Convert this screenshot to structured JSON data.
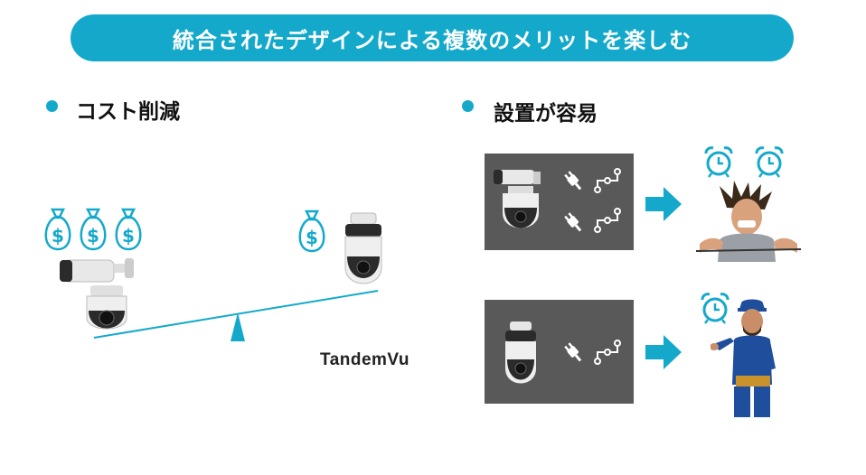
{
  "banner": {
    "title": "統合されたデザインによる複数のメリットを楽しむ"
  },
  "left_section": {
    "heading": "コスト削減"
  },
  "right_section": {
    "heading": "設置が容易"
  },
  "brand": {
    "name": "TandemVu"
  },
  "colors": {
    "accent": "#14a9cb",
    "panel": "#595959",
    "camera_body": "#e8e8e8",
    "camera_dark": "#2b2b2b"
  },
  "icons": [
    "money-bag-icon",
    "plug-icon",
    "network-port-icon",
    "arrow-right-icon",
    "alarm-clock-icon"
  ]
}
